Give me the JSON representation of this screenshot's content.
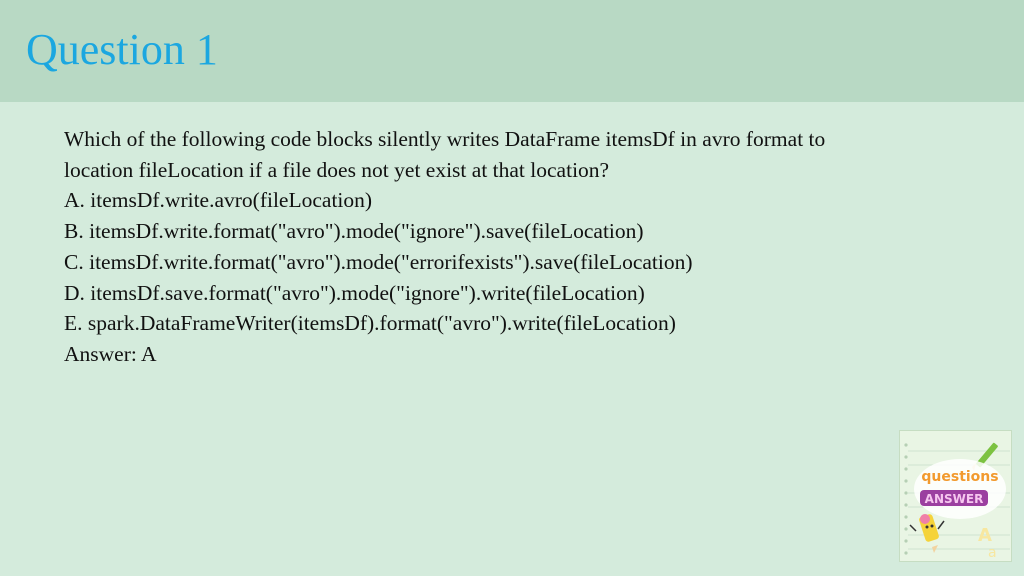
{
  "slide": {
    "title": "Question 1",
    "question_lines": [
      "Which of the following code blocks silently writes DataFrame itemsDf in avro format to",
      "location fileLocation if a file does not yet exist at that location?"
    ],
    "options": [
      "A. itemsDf.write.avro(fileLocation)",
      "B. itemsDf.write.format(\"avro\").mode(\"ignore\").save(fileLocation)",
      "C. itemsDf.write.format(\"avro\").mode(\"errorifexists\").save(fileLocation)",
      "D. itemsDf.save.format(\"avro\").mode(\"ignore\").write(fileLocation)",
      "E. spark.DataFrameWriter(itemsDf).format(\"avro\").write(fileLocation)"
    ],
    "answer": "Answer: A"
  },
  "badge": {
    "word1": "questions",
    "word2": "ANSWER",
    "letter_big": "A",
    "letter_small": "a",
    "icons": [
      "pencil-icon",
      "cartoon-pencil-character-icon"
    ]
  },
  "colors": {
    "background": "#d4ebdc",
    "title_bar": "#b8d9c4",
    "title_text": "#1ba7e0",
    "body_text": "#111111",
    "badge_orange": "#f29a2e",
    "badge_purple": "#9b3fa0"
  }
}
